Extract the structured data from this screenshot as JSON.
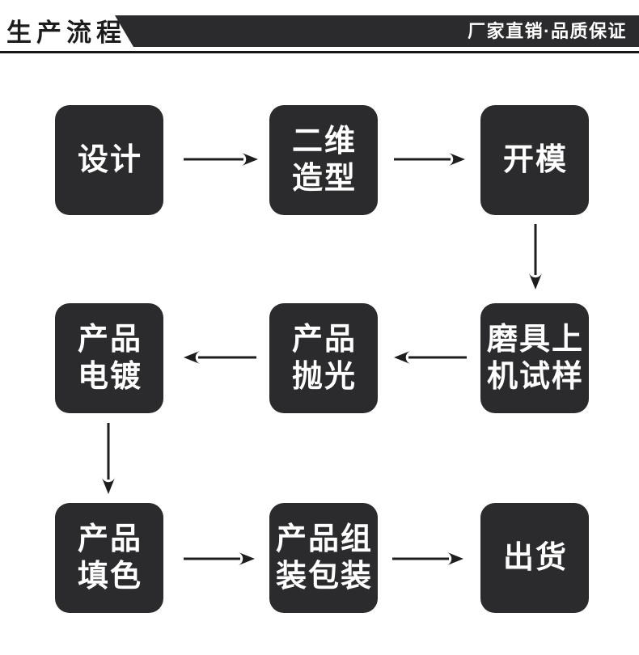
{
  "header": {
    "title": "生产流程",
    "banner": "厂家直销·品质保证"
  },
  "colors": {
    "node_bg": "#2b2b2d",
    "node_text": "#ffffff",
    "banner_bg": "#2b2b2d",
    "banner_text": "#ffffff",
    "title_text": "#1c1c1c",
    "arrow": "#1e1e1e",
    "background": "#ffffff"
  },
  "flow": {
    "nodes": [
      {
        "name": "design",
        "lines": [
          "设计",
          ""
        ]
      },
      {
        "name": "two-d-modeling",
        "lines": [
          "二维",
          "造型"
        ]
      },
      {
        "name": "mold-opening",
        "lines": [
          "开模",
          ""
        ]
      },
      {
        "name": "mold-machine-sampling",
        "lines": [
          "磨具上",
          "机试样"
        ]
      },
      {
        "name": "product-polishing",
        "lines": [
          "产品",
          "抛光"
        ]
      },
      {
        "name": "product-electroplating",
        "lines": [
          "产品",
          "电镀"
        ]
      },
      {
        "name": "product-coloring",
        "lines": [
          "产品",
          "填色"
        ]
      },
      {
        "name": "product-assembly-packaging",
        "lines": [
          "产品组",
          "装包装"
        ]
      },
      {
        "name": "shipping",
        "lines": [
          "出货",
          ""
        ]
      }
    ],
    "edges": [
      {
        "from": "设计",
        "to": "二维造型"
      },
      {
        "from": "二维造型",
        "to": "开模"
      },
      {
        "from": "开模",
        "to": "磨具上机试样"
      },
      {
        "from": "磨具上机试样",
        "to": "产品抛光"
      },
      {
        "from": "产品抛光",
        "to": "产品电镀"
      },
      {
        "from": "产品电镀",
        "to": "产品填色"
      },
      {
        "from": "产品填色",
        "to": "产品组装包装"
      },
      {
        "from": "产品组装包装",
        "to": "出货"
      }
    ]
  }
}
